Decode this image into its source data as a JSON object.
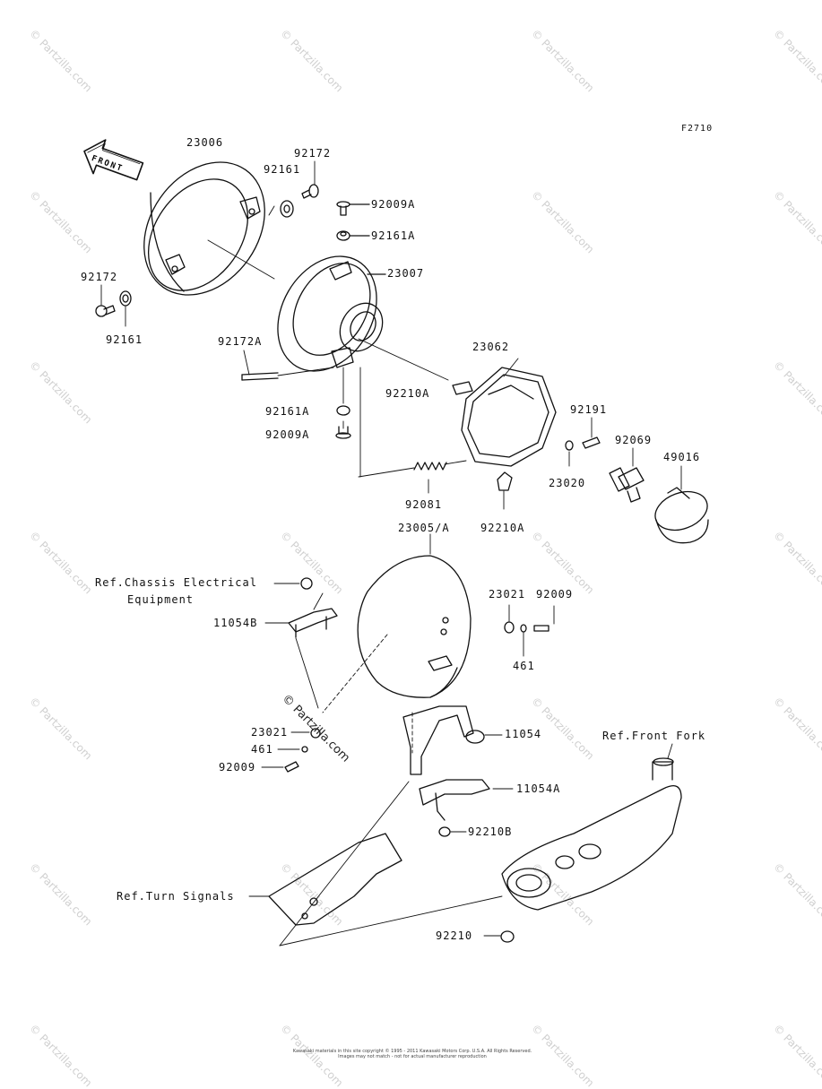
{
  "diagram_code": "F2710",
  "front_label": "FRONT",
  "parts": {
    "p23006": "23006",
    "p92172_top": "92172",
    "p92161_top": "92161",
    "p92009A_top": "92009A",
    "p92161A_top": "92161A",
    "p23007": "23007",
    "p92172_left": "92172",
    "p92161_left": "92161",
    "p92172A": "92172A",
    "p23062": "23062",
    "p92210A_a": "92210A",
    "p92191": "92191",
    "p92069": "92069",
    "p49016": "49016",
    "p92161A_bot": "92161A",
    "p92009A_bot": "92009A",
    "p23020": "23020",
    "p92081": "92081",
    "p92210A_b": "92210A",
    "p23005A": "23005/A",
    "ref_chassis": "Ref.Chassis Electrical",
    "ref_chassis2": "Equipment",
    "p11054B": "11054B",
    "p23021_r": "23021",
    "p92009_r": "92009",
    "p461_r": "461",
    "p11054": "11054",
    "p23021_l": "23021",
    "p461_l": "461",
    "p92009_l": "92009",
    "ref_front_fork": "Ref.Front Fork",
    "p11054A": "11054A",
    "p92210B": "92210B",
    "ref_turn_signals": "Ref.Turn Signals",
    "p92210": "92210"
  },
  "copyright_text": "© Partzilla.com",
  "watermark_text": "© Partzilla.com",
  "footer_line1": "Kawasaki materials in this site copyright © 1995 - 2011 Kawasaki Motors Corp. U.S.A. All Rights Reserved.",
  "footer_line2": "Images may not match - not for actual manufacturer reproduction"
}
